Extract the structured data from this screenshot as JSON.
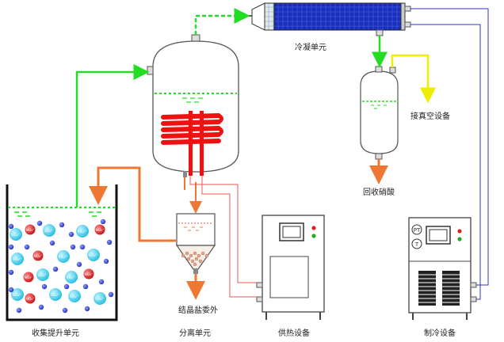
{
  "labels": {
    "collection_unit": "收集提升单元",
    "separation_unit": "分离单元",
    "heating_equipment": "供热设备",
    "refrigeration_equipment": "制冷设备",
    "condensation_unit": "冷凝单元",
    "vacuum_equipment": "接真空设备",
    "recover_nitric_acid": "回收硝酸",
    "crystal_salt_out": "结晶盐委外"
  },
  "particles": {
    "sulfate_label": "SO₄²⁻",
    "nitrate_label": "NO₃⁻"
  },
  "colors": {
    "green_flow": "#22dd22",
    "orange_flow": "#ee7733",
    "yellow_flow": "#eeee00",
    "blue_line": "#3333bb",
    "red_coil": "#ee1111",
    "dark_blue_condenser": "#1a2fb8",
    "cyan_particle": "#33ccee",
    "red_particle": "#dd2222",
    "blue_particle": "#2233cc"
  }
}
